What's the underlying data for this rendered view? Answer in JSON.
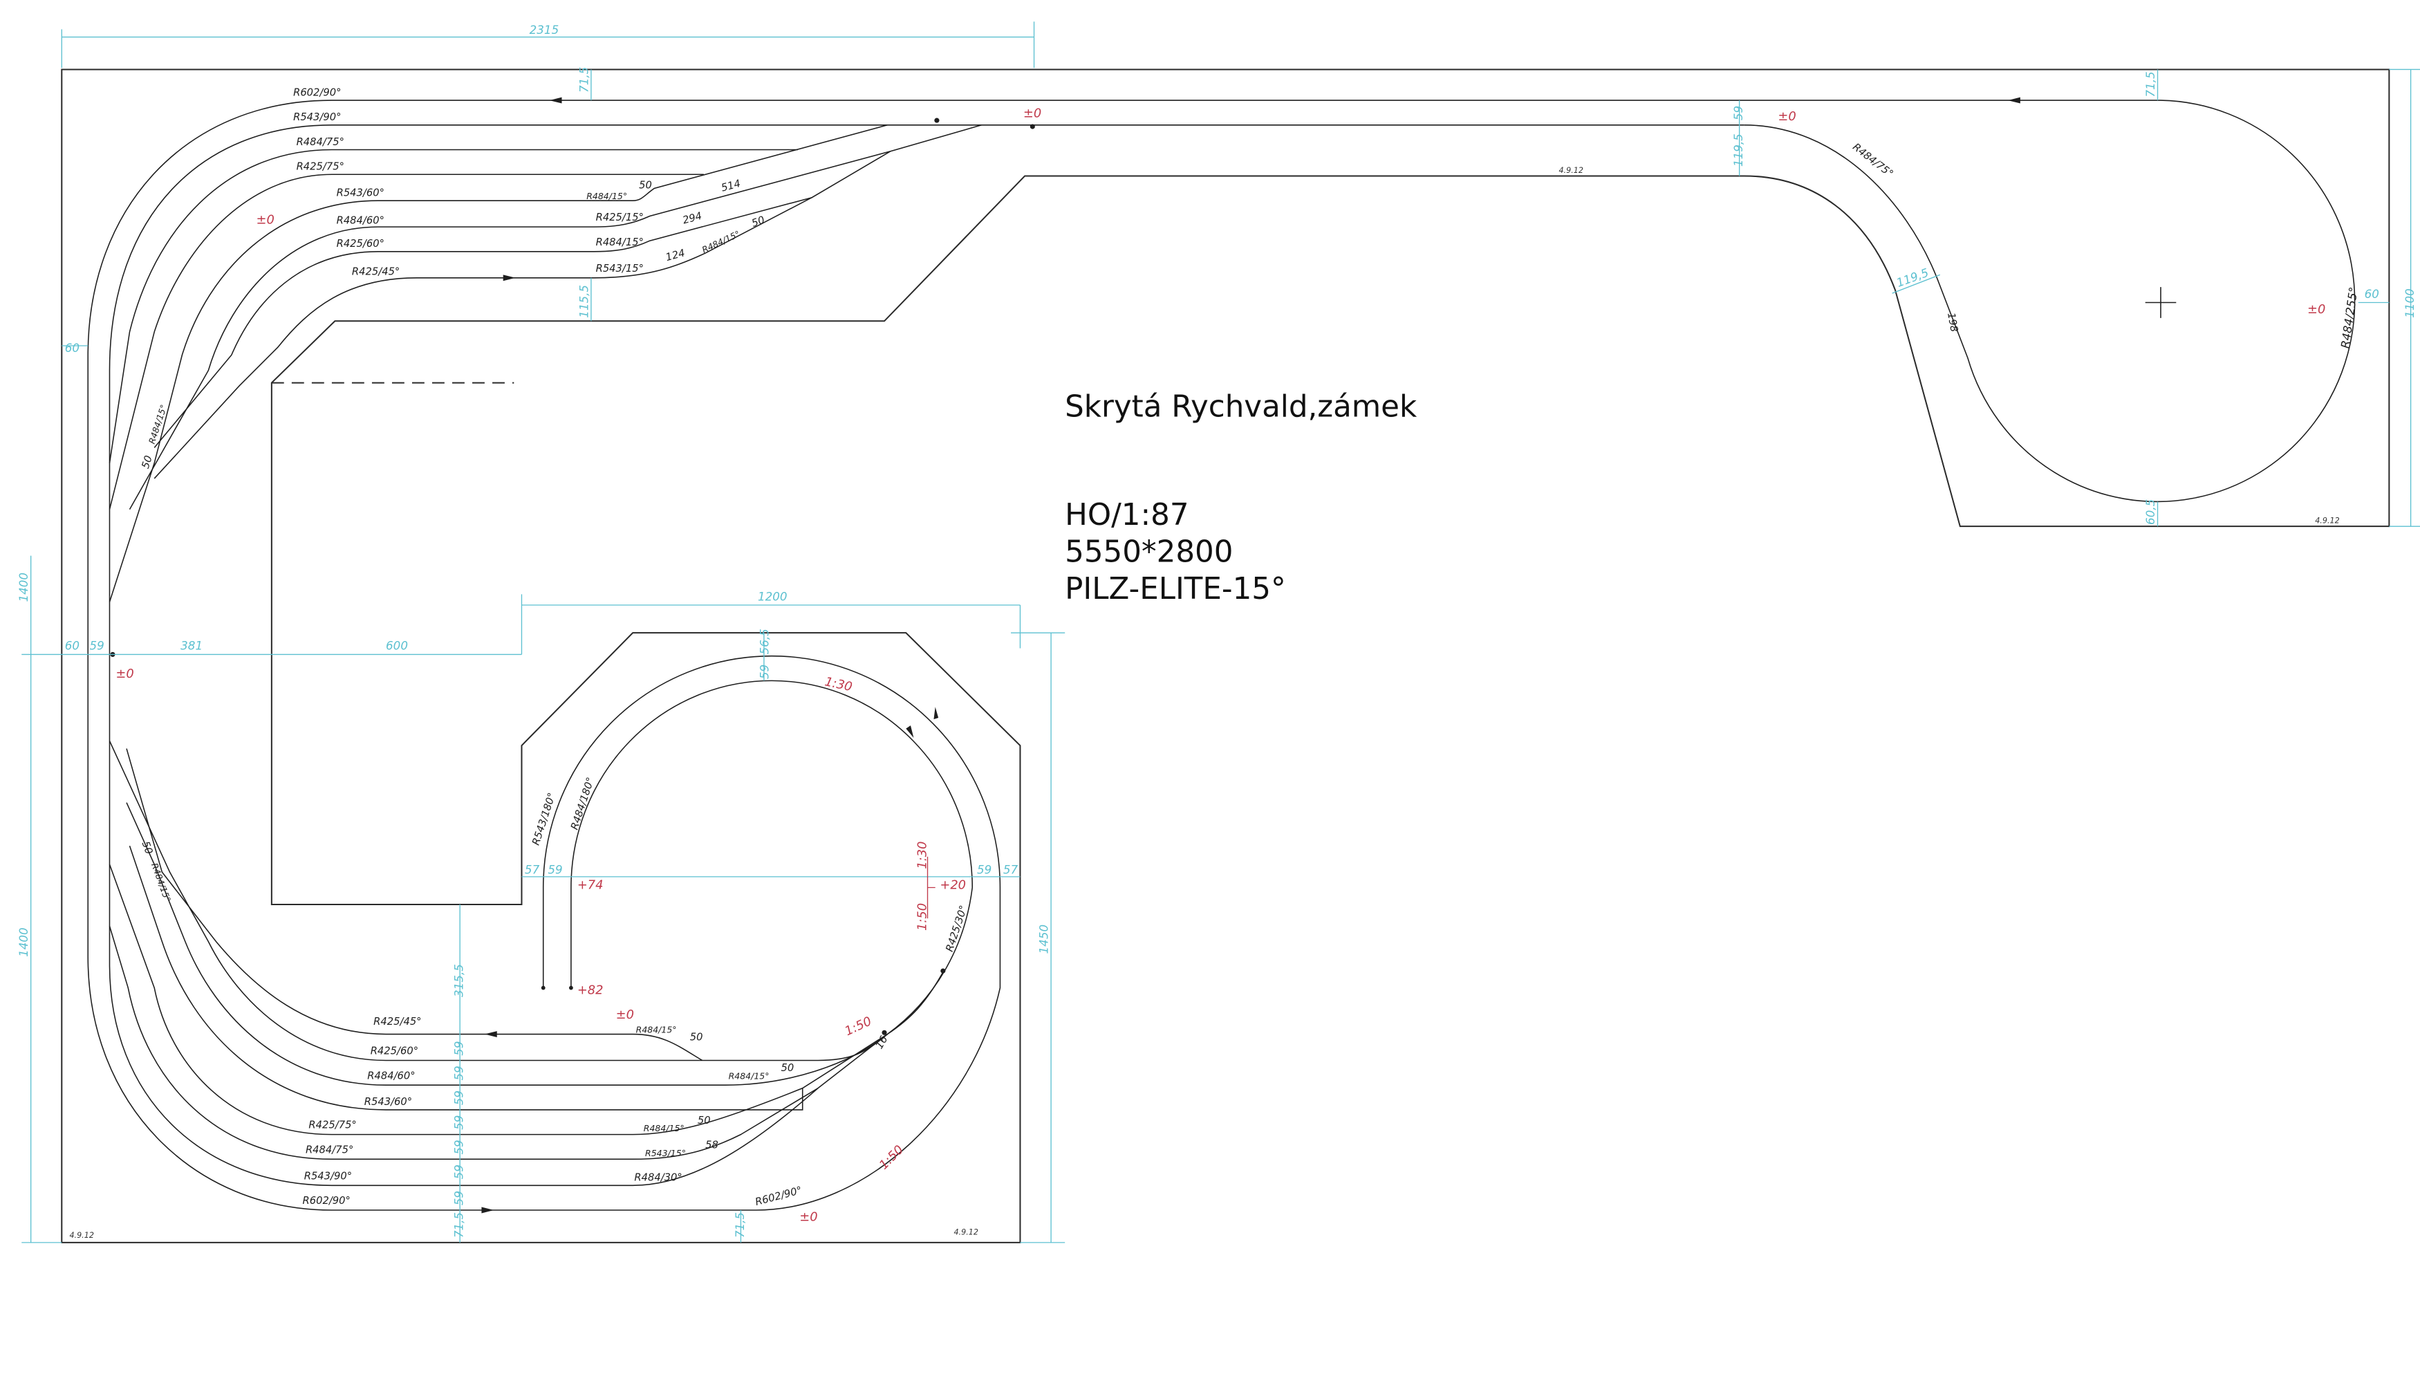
{
  "title": "Skrytá Rychvald,zámek",
  "specs": {
    "scale": "HO/1:87",
    "size": "5550*2800",
    "system": "PILZ-ELITE-15°"
  },
  "colors": {
    "board": "#2a2a2a",
    "dimension": "#5cc0d0",
    "elevation": "#c0394a"
  },
  "dims": [
    "2315",
    "71,5",
    "115,5",
    "60",
    "1400",
    "60",
    "59",
    "381",
    "600",
    "1200",
    "56,5",
    "59",
    "57",
    "59",
    "59",
    "57",
    "1450",
    "1400",
    "315,5",
    "59",
    "59",
    "59",
    "59",
    "59",
    "59",
    "59",
    "71,5",
    "71,5",
    "71,5",
    "59",
    "119,5",
    "119,5",
    "60",
    "1100",
    "60,5"
  ],
  "elevations": [
    "±0",
    "±0",
    "±0",
    "±0",
    "+74",
    "+82",
    "±0",
    "1:50",
    "1:30",
    "1:30",
    "+20",
    "1:50",
    "1:50",
    "±0",
    "±0"
  ],
  "track_labels": [
    "R602/90°",
    "R543/90°",
    "R484/75°",
    "R425/75°",
    "R543/60°",
    "R484/60°",
    "R425/60°",
    "R425/45°",
    "R484/15°",
    "50",
    "514",
    "R425/15°",
    "294",
    "R484/15°",
    "R484/15°",
    "50",
    "124",
    "R543/15°",
    "R484/15°",
    "50",
    "R484/75°",
    "198",
    "R484/255°",
    "R425/45°",
    "R425/60°",
    "R484/60°",
    "R543/60°",
    "R425/75°",
    "R484/75°",
    "R543/90°",
    "R602/90°",
    "R484/15°",
    "50",
    "R484/15°",
    "50",
    "16",
    "R484/15°",
    "50",
    "R543/15°",
    "58",
    "R484/30°",
    "R602/90°",
    "R484/15°",
    "50",
    "R543/180°",
    "R484/180°",
    "R425/30°"
  ],
  "signatures": [
    "4.9.12",
    "4.9.12",
    "4.9.12",
    "4.9.12"
  ]
}
